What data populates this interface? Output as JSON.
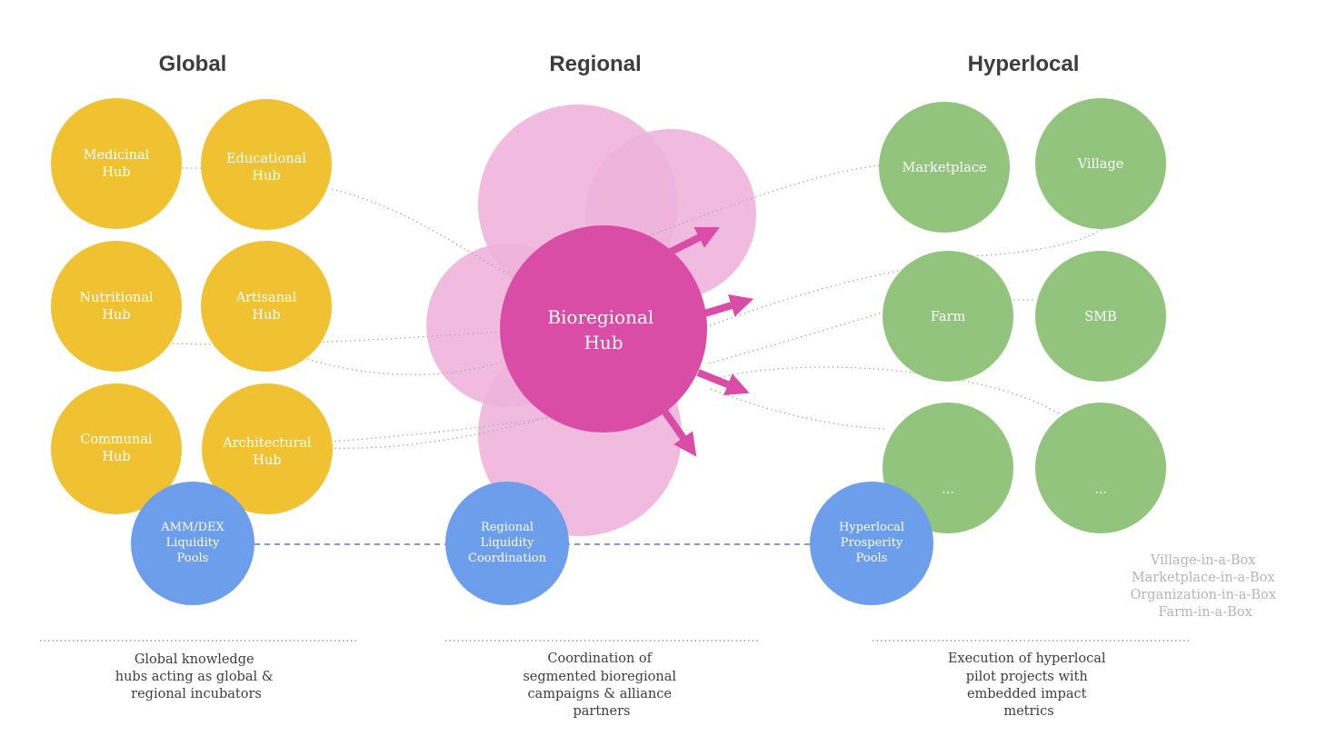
{
  "headers": {
    "global": "Global",
    "regional": "Regional",
    "hyperlocal": "Hyperlocal"
  },
  "global_hubs": [
    {
      "lines": [
        "Medicinal",
        "Hub"
      ]
    },
    {
      "lines": [
        "Educational",
        "Hub"
      ]
    },
    {
      "lines": [
        "Nutritional",
        "Hub"
      ]
    },
    {
      "lines": [
        "Artisanal",
        "Hub"
      ]
    },
    {
      "lines": [
        "Communal",
        "Hub"
      ]
    },
    {
      "lines": [
        "Architectural",
        "Hub"
      ]
    }
  ],
  "bioregional_hub": {
    "lines": [
      "Bioregional",
      "Hub"
    ]
  },
  "hyperlocal_nodes": [
    {
      "lines": [
        "Marketplace"
      ]
    },
    {
      "lines": [
        "Village"
      ]
    },
    {
      "lines": [
        "Farm"
      ]
    },
    {
      "lines": [
        "SMB"
      ]
    },
    {
      "lines": [
        "..."
      ]
    },
    {
      "lines": [
        "..."
      ]
    }
  ],
  "pools": {
    "global": {
      "lines": [
        "AMM/DEX",
        "Liquidity",
        "Pools"
      ]
    },
    "regional": {
      "lines": [
        "Regional",
        "Liquidity",
        "Coordination"
      ]
    },
    "hyperlocal": {
      "lines": [
        "Hyperlocal",
        "Prosperity",
        "Pools"
      ]
    }
  },
  "kits": [
    "Village-in-a-Box",
    "Marketplace-in-a-Box",
    "Organization-in-a-Box",
    "Farm-in-a-Box"
  ],
  "captions": {
    "global": [
      "Global knowledge",
      "hubs acting as global &",
      "regional incubators"
    ],
    "regional": [
      "Coordination of",
      "segmented bioregional",
      "campaigns & alliance",
      "partners"
    ],
    "hyperlocal": [
      "Execution of hyperlocal",
      "pilot projects with",
      "embedded impact",
      "metrics"
    ]
  },
  "colors": {
    "global": "#f0c232",
    "regional_light": "#eeb4dc",
    "regional_hub": "#d94da6",
    "hyperlocal": "#93c47d",
    "pool": "#6d9eeb",
    "pool_link": "#4a7fd4"
  },
  "icons": [
    "arrow-right-icon"
  ]
}
